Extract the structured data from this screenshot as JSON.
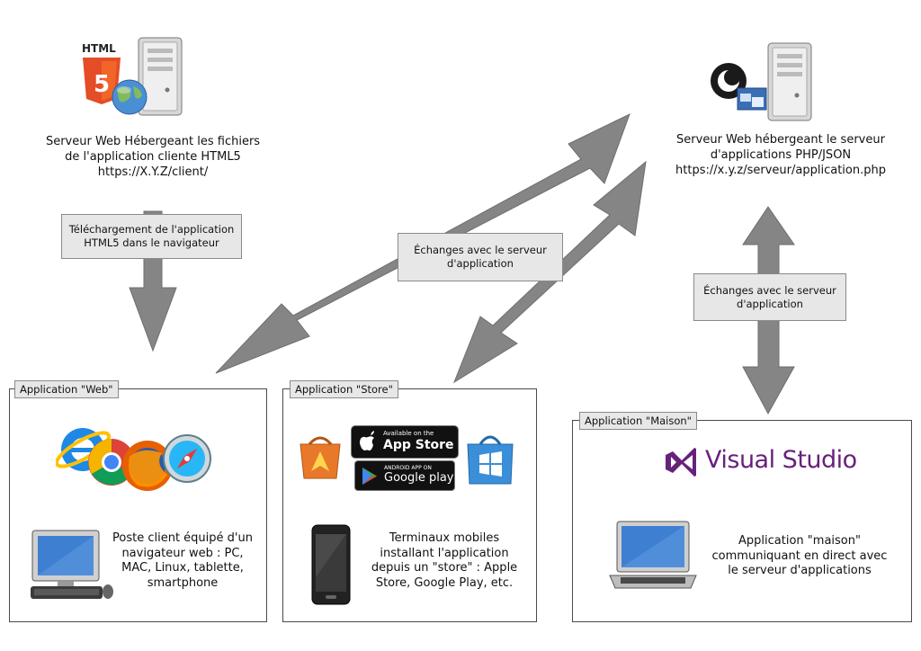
{
  "servers": {
    "client": {
      "lines": [
        "Serveur Web Hébergeant les fichiers",
        "de l'application cliente HTML5",
        "https://X.Y.Z/client/"
      ],
      "html5_logo_text": "HTML"
    },
    "api": {
      "lines": [
        "Serveur Web hébergeant le serveur",
        "d'applications PHP/JSON",
        "https://x.y.z/serveur/application.php"
      ]
    }
  },
  "arrow_labels": {
    "download": [
      "Téléchargement de l'application",
      "HTML5 dans le navigateur"
    ],
    "exchange_mid": [
      "Échanges avec le serveur",
      "d'application"
    ],
    "exchange_right": [
      "Échanges avec le serveur",
      "d'application"
    ]
  },
  "boxes": {
    "web": {
      "tag": "Application \"Web\"",
      "desc": [
        "Poste client équipé d'un",
        "navigateur web : PC,",
        "MAC, Linux, tablette,",
        "smartphone"
      ]
    },
    "store": {
      "tag": "Application \"Store\"",
      "desc": [
        "Terminaux mobiles",
        "installant l'application",
        "depuis un \"store\" : Apple",
        "Store, Google Play, etc."
      ],
      "badges": {
        "appstore_small": "Available on the",
        "appstore_big": "App Store",
        "gplay_small": "ANDROID APP ON",
        "gplay_big": "Google play"
      }
    },
    "maison": {
      "tag": "Application \"Maison\"",
      "logo_text": "Visual Studio",
      "desc": [
        "Application \"maison\"",
        "communiquant en direct avec",
        "le serveur d'applications"
      ]
    }
  },
  "colors": {
    "arrow": "#858585",
    "vs_purple": "#68217a",
    "label_bg": "#e7e7e7"
  }
}
